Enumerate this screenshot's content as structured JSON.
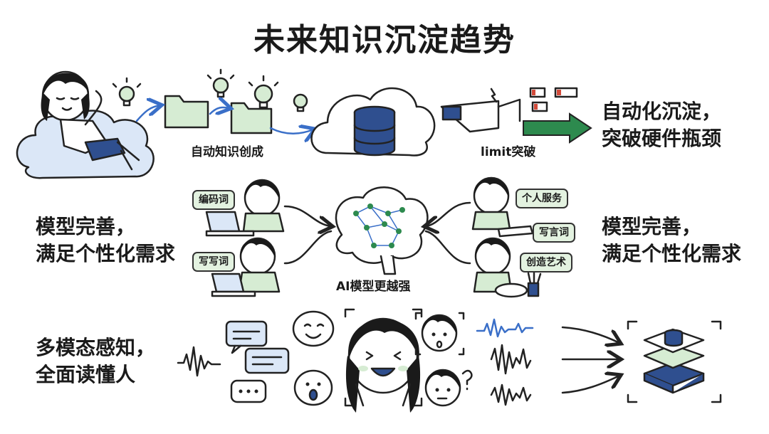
{
  "title": "未来知识沉淀趋势",
  "row1": {
    "label_auto_create": "自动知识创成",
    "label_limit": "limit突破",
    "caption_line1": "自动化沉淀，",
    "caption_line2": "突破硬件瓶颈"
  },
  "row2": {
    "left_line1": "模型完善，",
    "left_line2": "满足个性化需求",
    "right_line1": "模型完善，",
    "right_line2": "满足个性化需求",
    "center_label": "AI模型更越强",
    "pills_left": [
      "编码词",
      "写写词"
    ],
    "pills_right": [
      "个人服务",
      "写言词",
      "创造艺术"
    ]
  },
  "row3": {
    "line1": "多模态感知，",
    "line2": "全面读懂人"
  },
  "colors": {
    "green": "#d6ecd3",
    "blue": "#3a6fc8",
    "navy": "#2f4f8f",
    "arrow_green": "#2d8a4e"
  }
}
